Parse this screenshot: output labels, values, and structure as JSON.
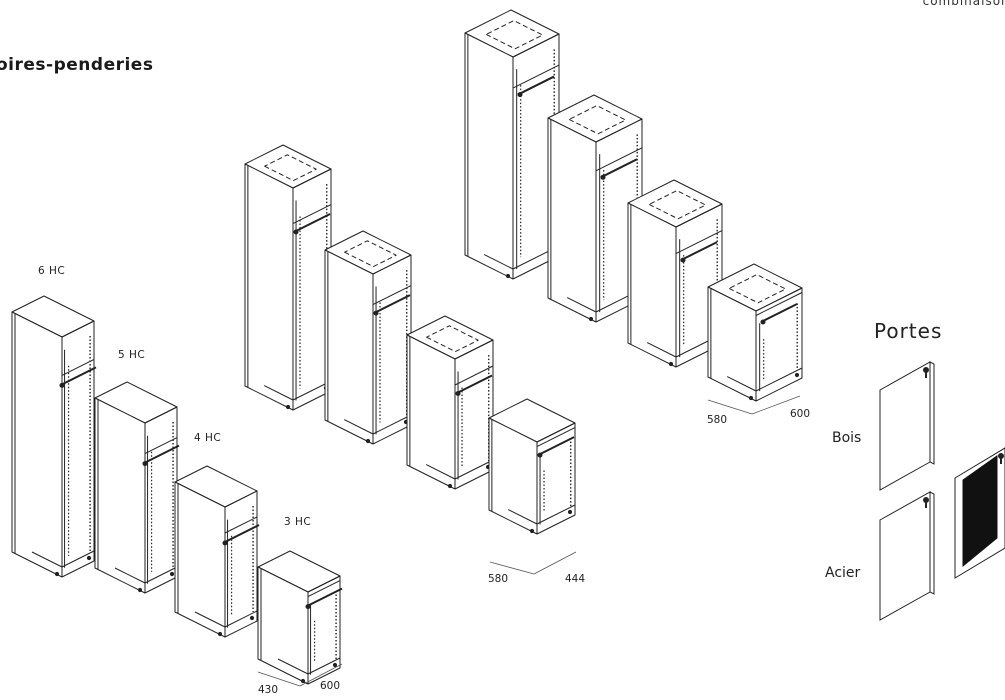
{
  "header": {
    "title": "oires-penderies",
    "corner_text": "combinaisor"
  },
  "cabinet_heights": [
    "6 HC",
    "5 HC",
    "4 HC",
    "3 HC"
  ],
  "dimensions": {
    "front_row": {
      "depth": "430",
      "width": "600"
    },
    "middle_row": {
      "depth": "580",
      "width": "444"
    },
    "back_row": {
      "depth": "580",
      "width": "600"
    }
  },
  "doors": {
    "heading": "Portes",
    "wood": "Bois",
    "steel": "Acier"
  }
}
